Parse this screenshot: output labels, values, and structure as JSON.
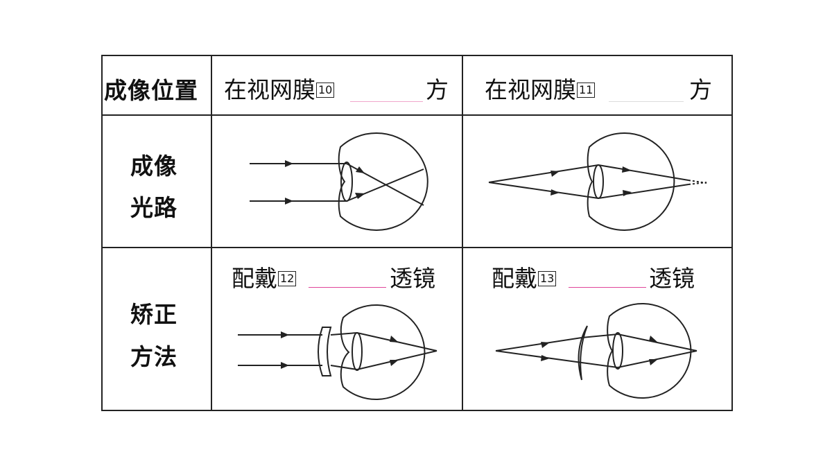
{
  "rows": {
    "position": {
      "label": "成像位置",
      "near": {
        "prefix": "在视网膜",
        "num": "10",
        "suffix": "方"
      },
      "far": {
        "prefix": "在视网膜",
        "num": "11",
        "suffix": "方"
      }
    },
    "path": {
      "label_line1": "成像",
      "label_line2": "光路"
    },
    "correction": {
      "label_line1": "矫正",
      "label_line2": "方法",
      "near": {
        "prefix": "配戴",
        "num": "12",
        "suffix": "透镜"
      },
      "far": {
        "prefix": "配戴",
        "num": "13",
        "suffix": "透镜"
      }
    }
  },
  "colors": {
    "line": "#222222",
    "blank_pink": "#e0459a",
    "blank_light": "#c8c8c8"
  }
}
